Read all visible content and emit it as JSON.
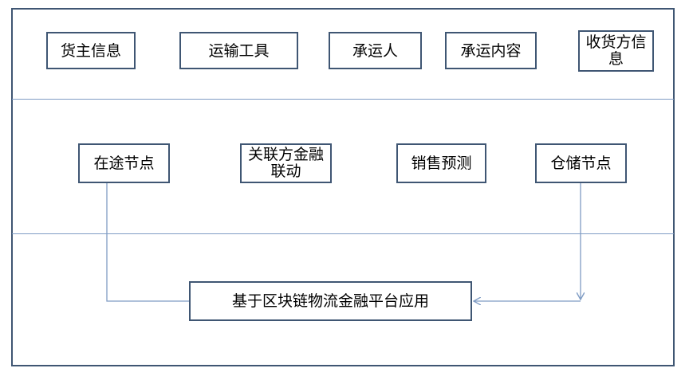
{
  "diagram": {
    "top_row": [
      "货主信息",
      "运输工具",
      "承运人",
      "承运内容",
      "收货方信息"
    ],
    "middle_row": [
      "在途节点",
      "关联方金融联动",
      "销售预测",
      "仓储节点"
    ],
    "bottom": {
      "platform": "基于区块链物流金融平台应用"
    }
  },
  "colors": {
    "border": "#3f5673",
    "divider": "#7f9cc4",
    "connector": "#7f9cc4"
  },
  "connectors": [
    {
      "from": "在途节点",
      "to": "基于区块链物流金融平台应用"
    },
    {
      "from": "仓储节点",
      "to": "基于区块链物流金融平台应用"
    }
  ]
}
